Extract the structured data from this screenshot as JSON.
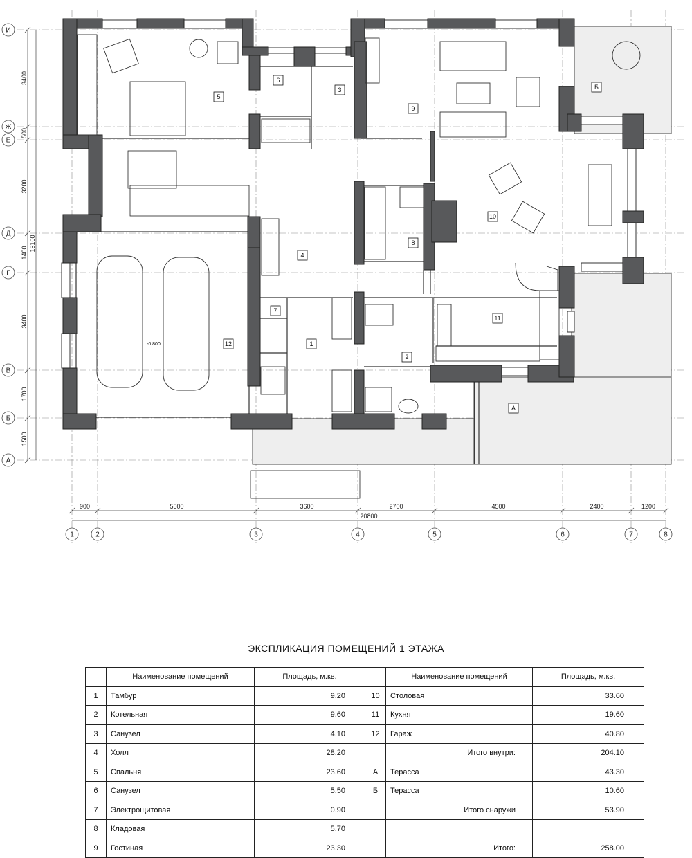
{
  "plan": {
    "grid_rows": [
      "И",
      "Ж",
      "Е",
      "Д",
      "Г",
      "В",
      "Б",
      "А"
    ],
    "grid_cols": [
      "1",
      "2",
      "3",
      "4",
      "5",
      "6",
      "7",
      "8"
    ],
    "dims_horizontal": [
      "900",
      "5500",
      "3600",
      "2700",
      "4500",
      "2400",
      "1200"
    ],
    "dim_total_horizontal": "20800",
    "dims_vertical": [
      "3400",
      "500",
      "3200",
      "1400",
      "3400",
      "1700",
      "1500"
    ],
    "dim_total_vertical": "15100",
    "level_mark": "-0.800",
    "room_tags": [
      "1",
      "2",
      "3",
      "4",
      "5",
      "6",
      "7",
      "8",
      "9",
      "10",
      "11",
      "12",
      "А",
      "Б"
    ]
  },
  "report": {
    "title": "ЭКСПЛИКАЦИЯ ПОМЕЩЕНИЙ 1 ЭТАЖА",
    "headers": {
      "name": "Наименование помещений",
      "area_left": "Площадь, м.кв.",
      "area_right": "Площадь, м.кв."
    },
    "rows": [
      {
        "n1": "1",
        "name1": "Тамбур",
        "a1": "9.20",
        "n2": "10",
        "name2": "Столовая",
        "a2": "33.60"
      },
      {
        "n1": "2",
        "name1": "Котельная",
        "a1": "9.60",
        "n2": "11",
        "name2": "Кухня",
        "a2": "19.60"
      },
      {
        "n1": "3",
        "name1": "Санузел",
        "a1": "4.10",
        "n2": "12",
        "name2": "Гараж",
        "a2": "40.80"
      },
      {
        "n1": "4",
        "name1": "Холл",
        "a1": "28.20",
        "n2": "",
        "name2": "Итого внутри:",
        "a2": "204.10"
      },
      {
        "n1": "5",
        "name1": "Спальня",
        "a1": "23.60",
        "n2": "А",
        "name2": "Терасса",
        "a2": "43.30"
      },
      {
        "n1": "6",
        "name1": "Санузел",
        "a1": "5.50",
        "n2": "Б",
        "name2": "Терасса",
        "a2": "10.60"
      },
      {
        "n1": "7",
        "name1": "Электрощитовая",
        "a1": "0.90",
        "n2": "",
        "name2": "Итого снаружи",
        "a2": "53.90"
      },
      {
        "n1": "8",
        "name1": "Кладовая",
        "a1": "5.70",
        "n2": "",
        "name2": "",
        "a2": ""
      },
      {
        "n1": "9",
        "name1": "Гостиная",
        "a1": "23.30",
        "n2": "",
        "name2": "Итого:",
        "a2": "258.00"
      }
    ]
  },
  "colors": {
    "wall": "#58595b",
    "line": "#222222",
    "grid": "#8a8a8a"
  }
}
